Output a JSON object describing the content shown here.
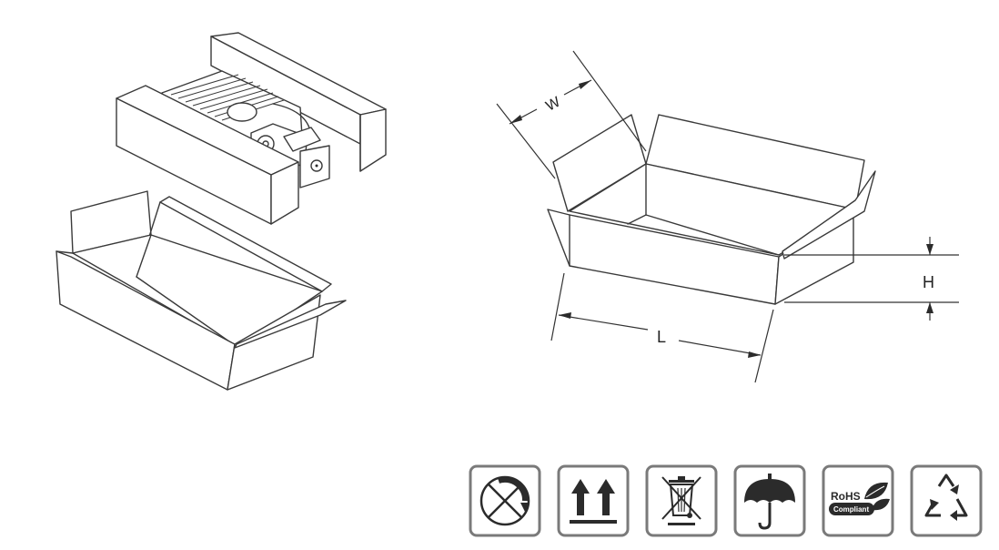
{
  "dimensions": {
    "width_label": "W",
    "length_label": "L",
    "height_label": "H"
  },
  "icons": [
    {
      "name": "do-not-roll-icon"
    },
    {
      "name": "this-way-up-icon"
    },
    {
      "name": "weee-crossed-bin-icon"
    },
    {
      "name": "keep-dry-umbrella-icon"
    },
    {
      "name": "rohs-compliant-icon",
      "text_top": "RoHS",
      "text_bottom": "Compliant"
    },
    {
      "name": "recycle-icon"
    }
  ],
  "colors": {
    "line": "#3a3a3a",
    "icon_border": "#7a7a7a",
    "icon_ink": "#2b2b2b"
  }
}
